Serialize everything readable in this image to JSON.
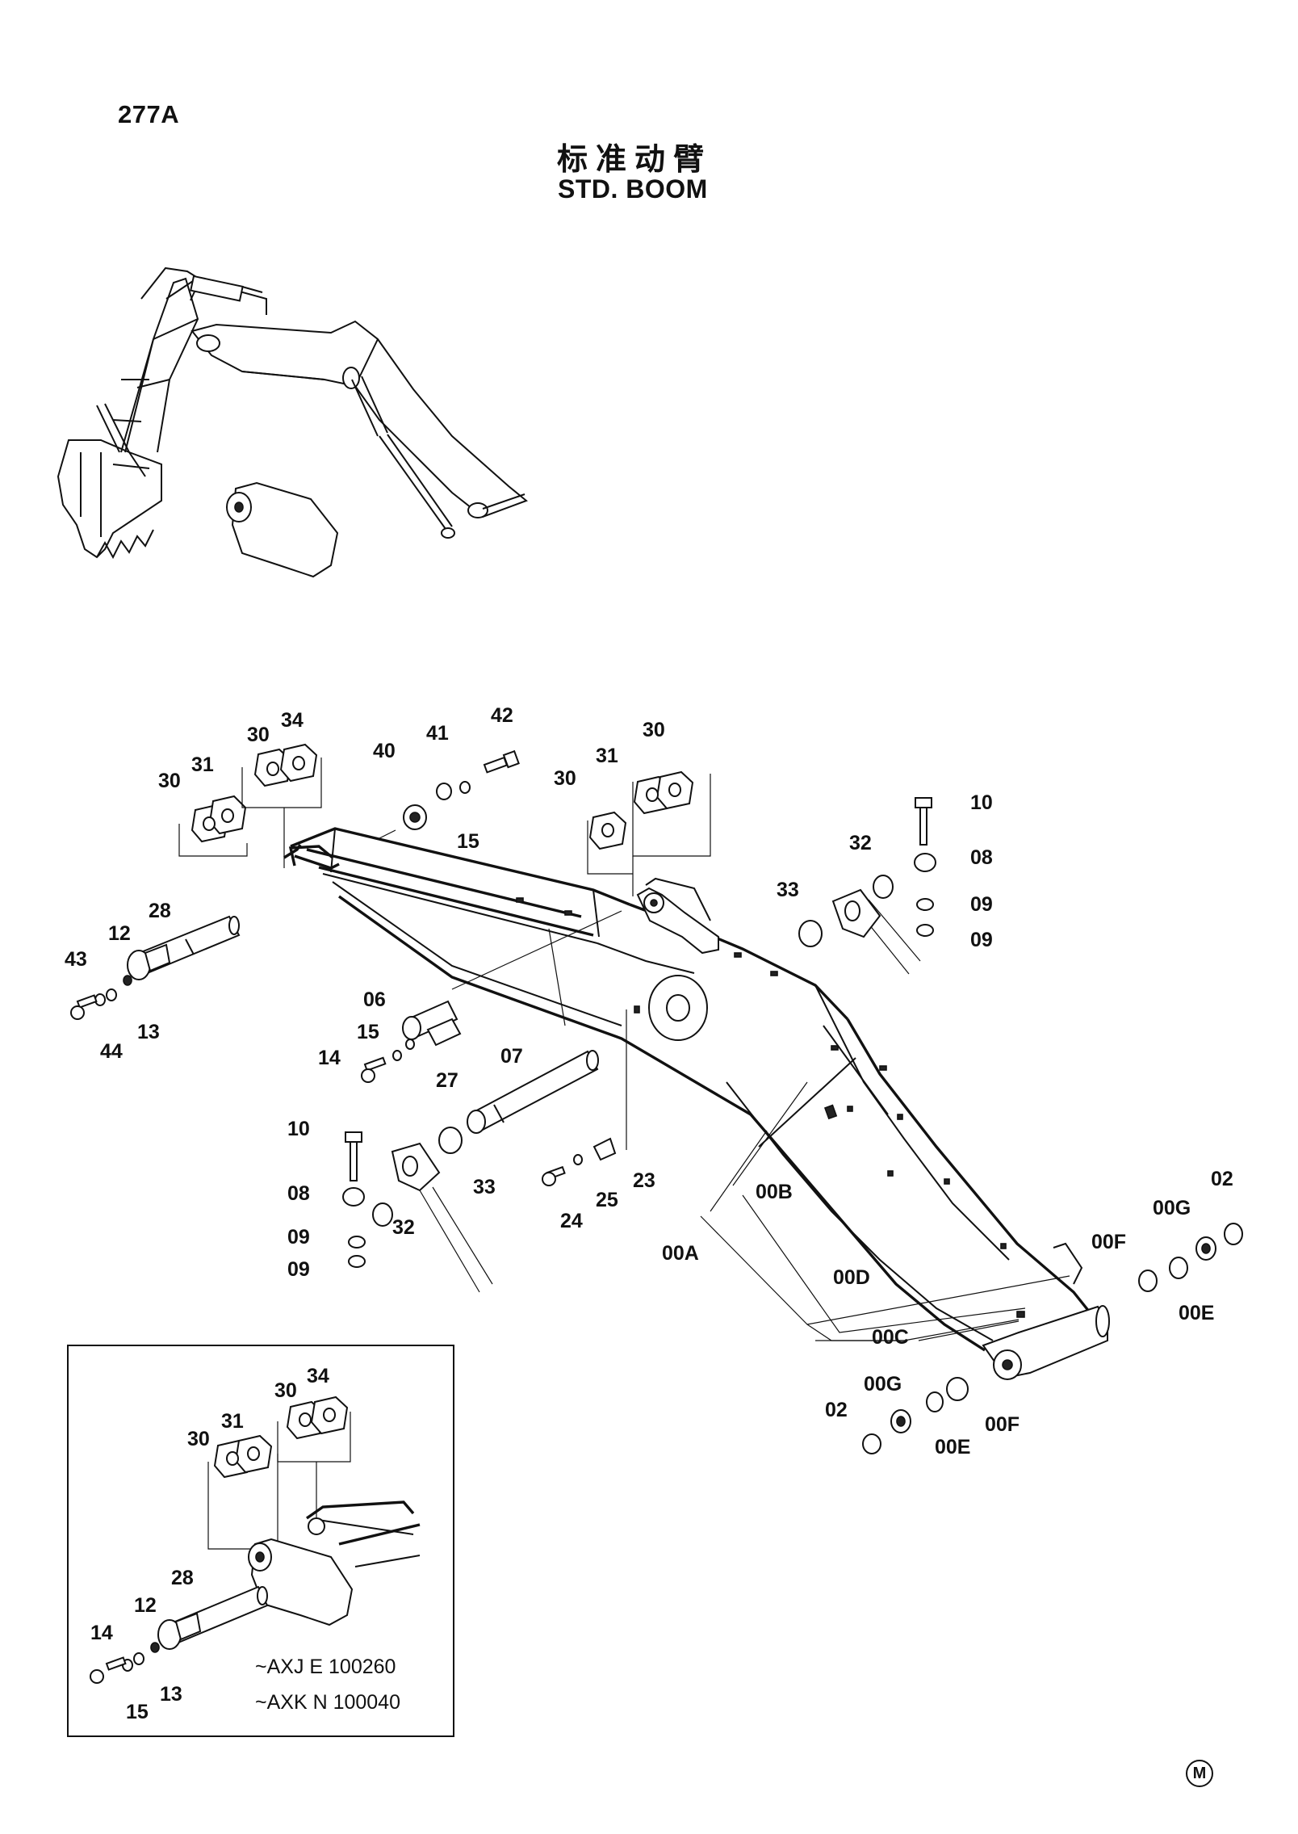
{
  "header": {
    "page_code": "277A",
    "title_cn": "标准动臂",
    "title_en": "STD. BOOM"
  },
  "callouts": {
    "main_assembly": [
      "30",
      "31",
      "30",
      "34",
      "40",
      "41",
      "42",
      "15",
      "30",
      "31",
      "30",
      "10",
      "32",
      "08",
      "33",
      "09",
      "09",
      "28",
      "12",
      "43",
      "44",
      "13",
      "06",
      "15",
      "14",
      "27",
      "07",
      "10",
      "08",
      "33",
      "32",
      "09",
      "09",
      "24",
      "25",
      "23",
      "00B",
      "00A",
      "02",
      "00G",
      "00F",
      "00D",
      "00E",
      "00C",
      "00G",
      "02",
      "00E",
      "00F"
    ],
    "inset": [
      "30",
      "34",
      "30",
      "31",
      "28",
      "12",
      "14",
      "15",
      "13"
    ]
  },
  "inset": {
    "serial_ranges": [
      "~AXJ E 100260",
      "~AXK N 100040"
    ]
  },
  "corner_mark": "M"
}
